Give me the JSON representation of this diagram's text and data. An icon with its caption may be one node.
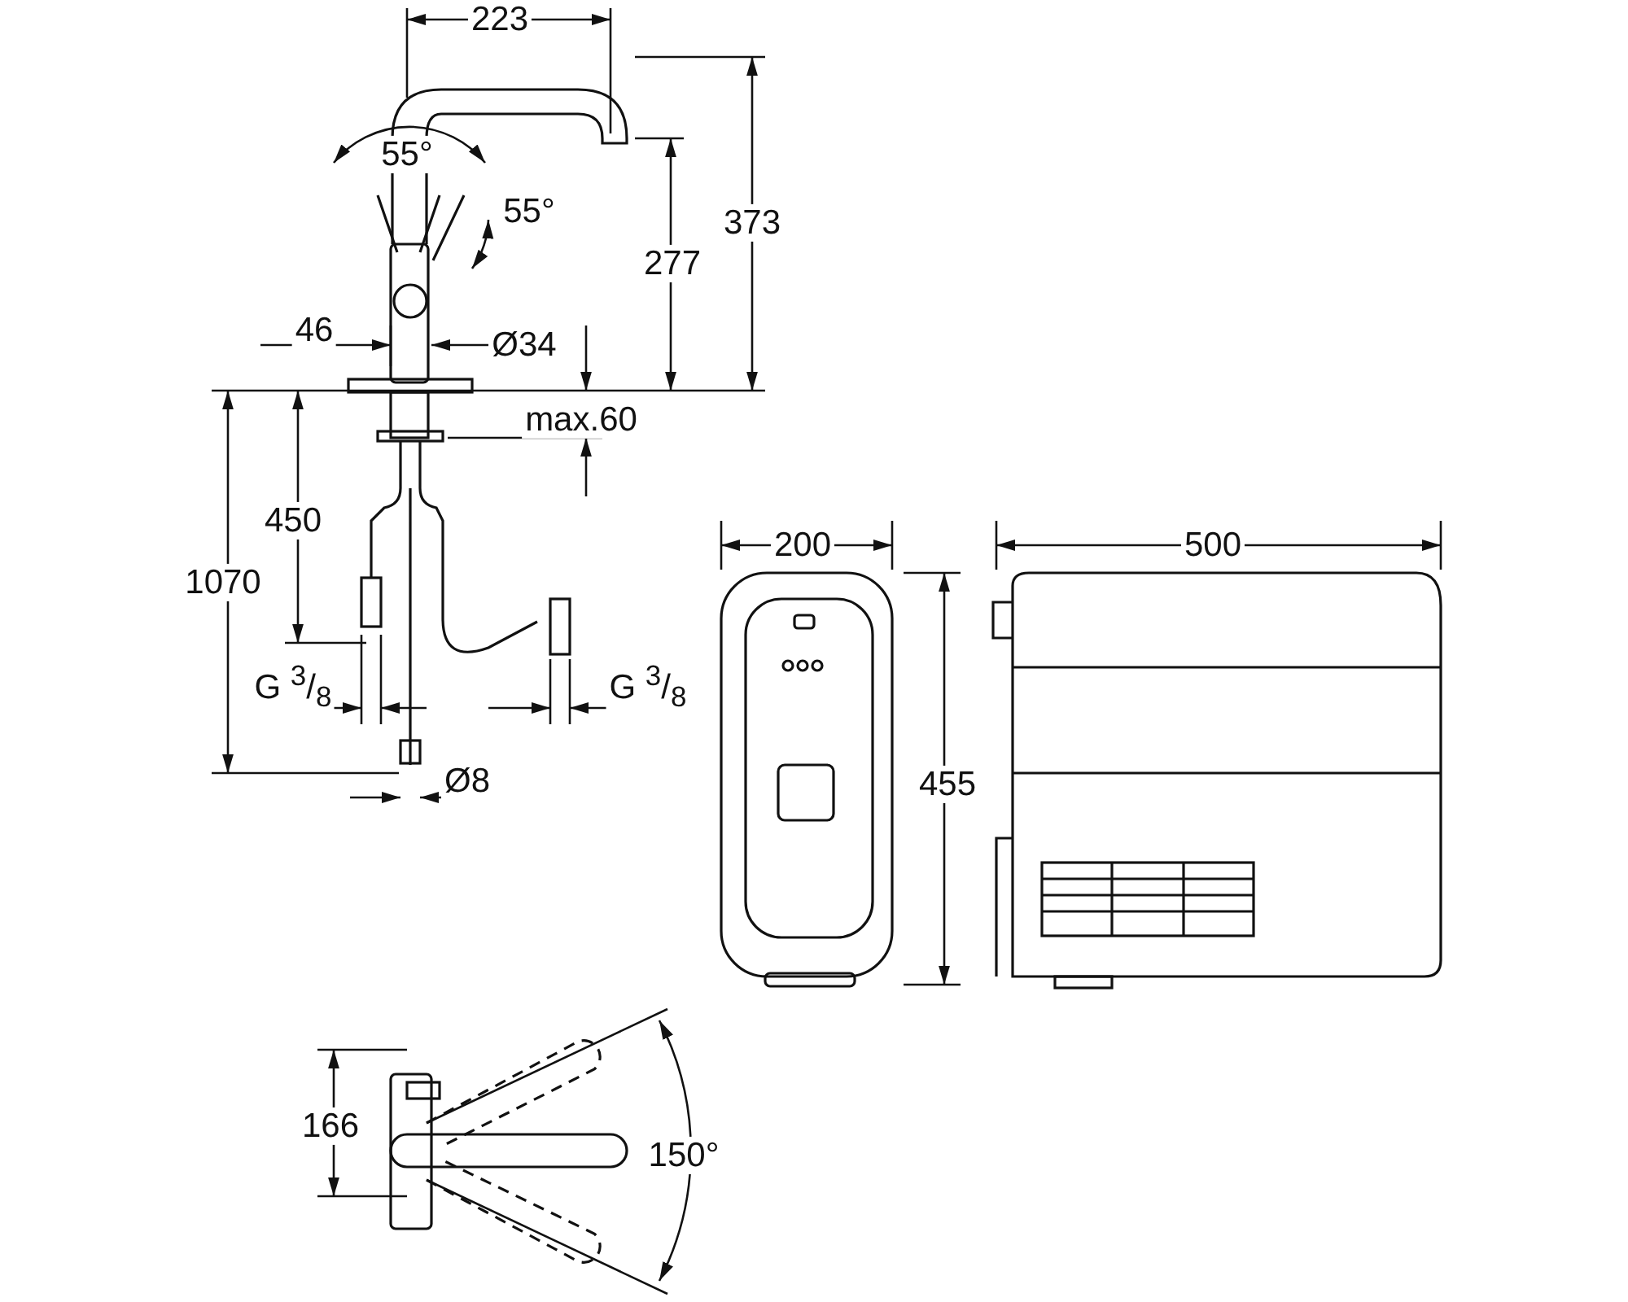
{
  "diagram": {
    "labels": [
      "223",
      "55°",
      "55°",
      "373",
      "277",
      "46",
      "Ø34",
      "max.60",
      "450",
      "1070",
      "G $^{3}$/$_{8}$",
      "G $^{3}$/$_{8}$",
      "Ø8",
      "200",
      "500",
      "455",
      "166",
      "150°"
    ]
  }
}
